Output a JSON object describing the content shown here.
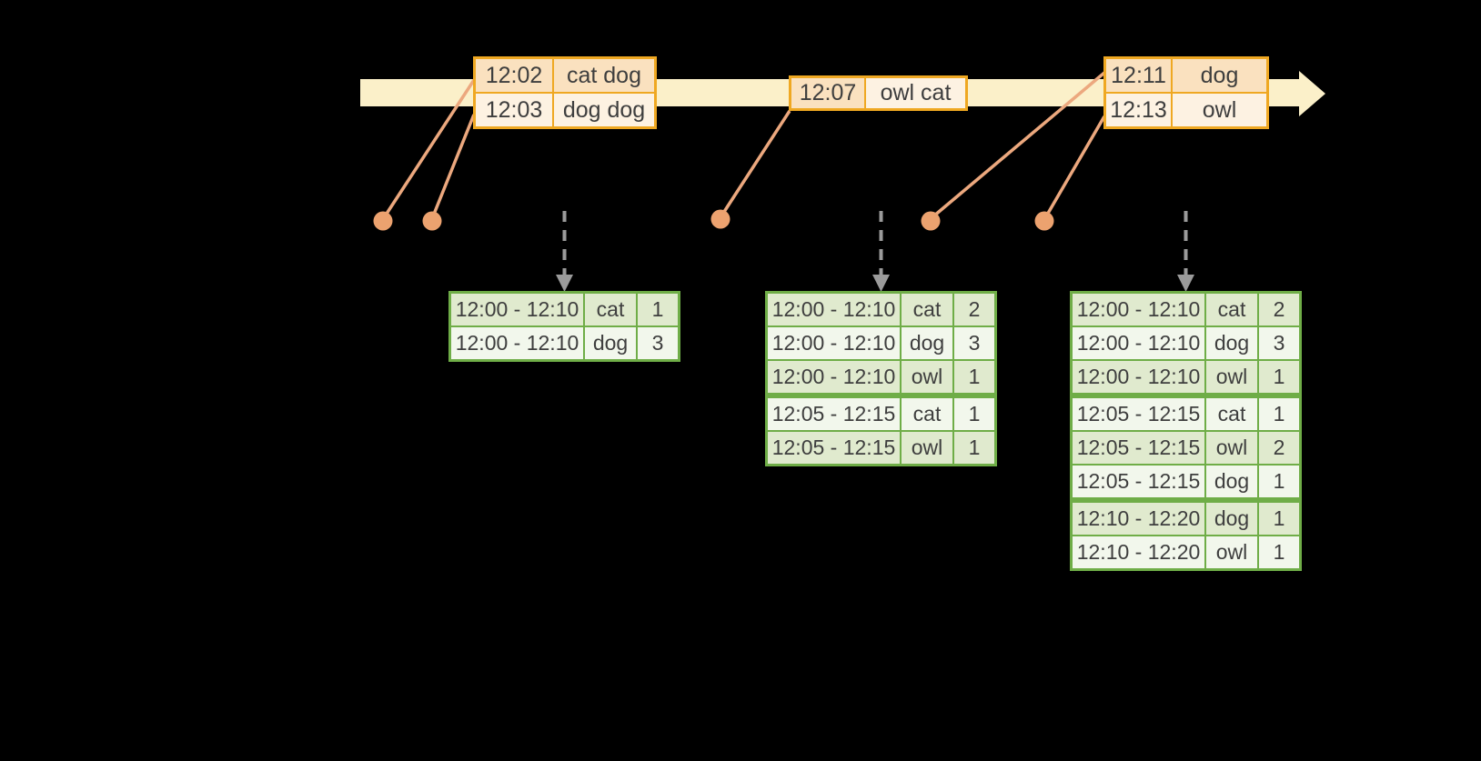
{
  "colors": {
    "timeline": "#fbf0c9",
    "event_border": "#efa822",
    "event_dark": "#fae1bf",
    "event_light": "#fdf2e2",
    "connector": "#eca87e",
    "dot": "#eca26f",
    "green_border": "#6fad47",
    "green_dark": "#e0eace",
    "green_light": "#f2f7ec",
    "gray_arrow": "#9b9b9b",
    "text": "#3e3e3e"
  },
  "event_tables": [
    {
      "name": "events-12-02-12-03",
      "rows": [
        {
          "tone": "dark",
          "time": "12:02",
          "words": "cat dog"
        },
        {
          "tone": "light",
          "time": "12:03",
          "words": "dog dog"
        }
      ]
    },
    {
      "name": "events-12-07",
      "rows": [
        {
          "tone": "split",
          "time": "12:07",
          "words": "owl cat"
        }
      ]
    },
    {
      "name": "events-12-11-12-13",
      "rows": [
        {
          "tone": "dark",
          "time": "12:11",
          "words": "dog"
        },
        {
          "tone": "light",
          "time": "12:13",
          "words": "owl"
        }
      ]
    }
  ],
  "result_tables": [
    {
      "name": "result-table-1",
      "rows": [
        {
          "window": "12:00 - 12:10",
          "word": "cat",
          "count": "1",
          "tone": "dark",
          "new_group": false
        },
        {
          "window": "12:00 - 12:10",
          "word": "dog",
          "count": "3",
          "tone": "light",
          "new_group": false
        }
      ]
    },
    {
      "name": "result-table-2",
      "rows": [
        {
          "window": "12:00 - 12:10",
          "word": "cat",
          "count": "2",
          "tone": "dark",
          "new_group": false
        },
        {
          "window": "12:00 - 12:10",
          "word": "dog",
          "count": "3",
          "tone": "light",
          "new_group": false
        },
        {
          "window": "12:00 - 12:10",
          "word": "owl",
          "count": "1",
          "tone": "dark",
          "new_group": false
        },
        {
          "window": "12:05 - 12:15",
          "word": "cat",
          "count": "1",
          "tone": "light",
          "new_group": true
        },
        {
          "window": "12:05 - 12:15",
          "word": "owl",
          "count": "1",
          "tone": "dark",
          "new_group": false
        }
      ]
    },
    {
      "name": "result-table-3",
      "rows": [
        {
          "window": "12:00 - 12:10",
          "word": "cat",
          "count": "2",
          "tone": "dark",
          "new_group": false
        },
        {
          "window": "12:00 - 12:10",
          "word": "dog",
          "count": "3",
          "tone": "light",
          "new_group": false
        },
        {
          "window": "12:00 - 12:10",
          "word": "owl",
          "count": "1",
          "tone": "dark",
          "new_group": false
        },
        {
          "window": "12:05 - 12:15",
          "word": "cat",
          "count": "1",
          "tone": "light",
          "new_group": true
        },
        {
          "window": "12:05 - 12:15",
          "word": "owl",
          "count": "2",
          "tone": "dark",
          "new_group": false
        },
        {
          "window": "12:05 - 12:15",
          "word": "dog",
          "count": "1",
          "tone": "light",
          "new_group": false
        },
        {
          "window": "12:10 - 12:20",
          "word": "dog",
          "count": "1",
          "tone": "dark",
          "new_group": true
        },
        {
          "window": "12:10 - 12:20",
          "word": "owl",
          "count": "1",
          "tone": "light",
          "new_group": false
        }
      ]
    }
  ]
}
